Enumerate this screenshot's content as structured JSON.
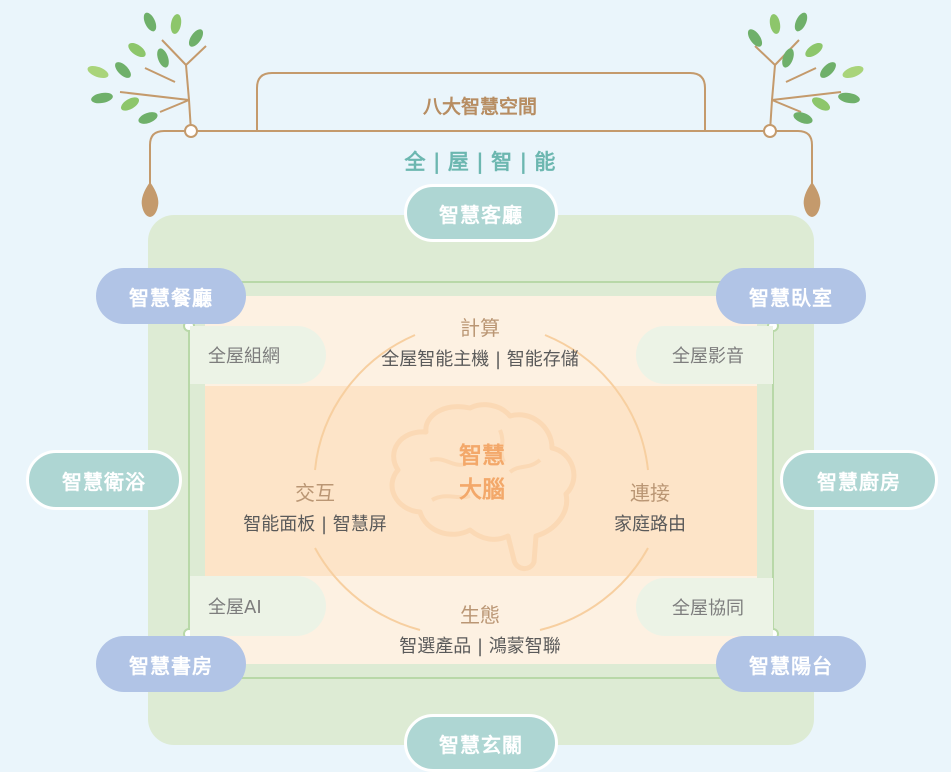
{
  "header": {
    "title": "八大智慧空間",
    "subtitle": "全 | 屋 | 智 | 能"
  },
  "rooms": {
    "living_room": "智慧客廳",
    "dining_room": "智慧餐廳",
    "bedroom": "智慧臥室",
    "bathroom": "智慧衛浴",
    "kitchen": "智慧廚房",
    "study": "智慧書房",
    "balcony": "智慧陽台",
    "entrance": "智慧玄關"
  },
  "corners": {
    "networking": "全屋組網",
    "audio_video": "全屋影音",
    "ai": "全屋AI",
    "coordination": "全屋協同"
  },
  "sections": {
    "compute": {
      "title": "計算",
      "sub": "全屋智能主機 | 智能存儲"
    },
    "interaction": {
      "title": "交互",
      "sub": "智能面板 | 智慧屏"
    },
    "connection": {
      "title": "連接",
      "sub": "家庭路由"
    },
    "ecosystem": {
      "title": "生態",
      "sub": "智選產品 | 鴻蒙智聯"
    }
  },
  "center": {
    "line1": "智慧",
    "line2": "大腦"
  },
  "colors": {
    "background": "#eaf5fb",
    "outer_green": "#ddebd4",
    "peach": "#fde4c8",
    "pill_blue": "#b1c4e6",
    "pill_teal": "#aed6d3",
    "brown_line": "#c49a6c",
    "brain_orange": "#f3a86a"
  },
  "icons": {
    "brain": "brain-icon",
    "tree": "tree-icon",
    "seed": "seed-icon"
  }
}
